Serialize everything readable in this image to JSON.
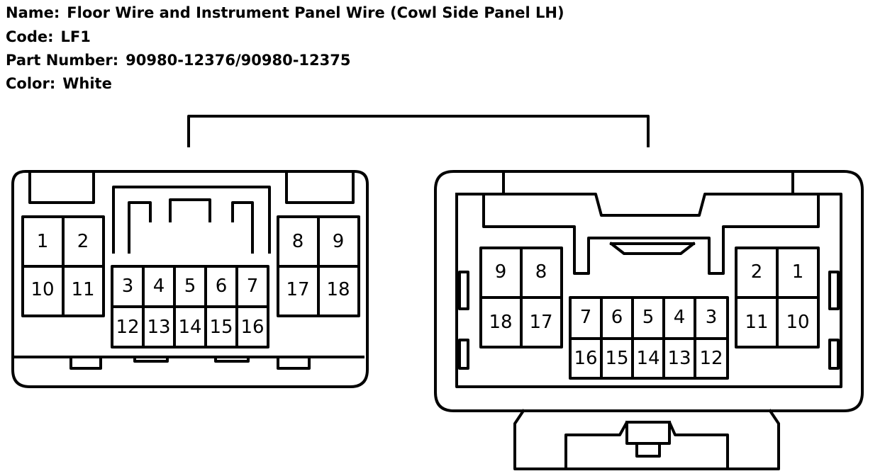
{
  "header": {
    "name_label": "Name:",
    "name_value": "Floor Wire and Instrument Panel Wire (Cowl Side Panel LH)",
    "code_label": "Code:",
    "code_value": "LF1",
    "part_label": "Part Number:",
    "part_value": "90980-12376/90980-12375",
    "color_label": "Color:",
    "color_value": "White"
  },
  "connector_left": {
    "pins_left_block": [
      "1",
      "2",
      "10",
      "11"
    ],
    "pins_right_block": [
      "8",
      "9",
      "17",
      "18"
    ],
    "pins_center_top": [
      "3",
      "4",
      "5",
      "6",
      "7"
    ],
    "pins_center_bottom": [
      "12",
      "13",
      "14",
      "15",
      "16"
    ]
  },
  "connector_right": {
    "pins_left_block": [
      "9",
      "8",
      "18",
      "17"
    ],
    "pins_right_block": [
      "2",
      "1",
      "11",
      "10"
    ],
    "pins_center_top": [
      "7",
      "6",
      "5",
      "4",
      "3"
    ],
    "pins_center_bottom": [
      "16",
      "15",
      "14",
      "13",
      "12"
    ]
  }
}
